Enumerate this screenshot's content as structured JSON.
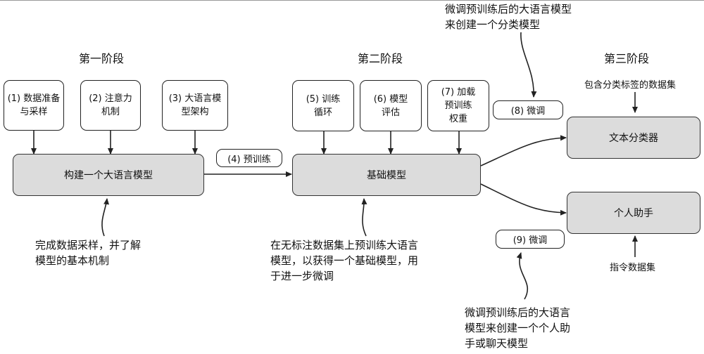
{
  "stages": {
    "stage1": "第一阶段",
    "stage2": "第二阶段",
    "stage3": "第三阶段"
  },
  "steps": {
    "s1": "(1) 数据准备\n与采样",
    "s2": "(2) 注意力\n机制",
    "s3": "(3) 大语言模\n型架构",
    "s5": "(5) 训练\n循环",
    "s6": "(6) 模型\n评估",
    "s7": "(7) 加载\n预训练\n权重"
  },
  "edge_labels": {
    "pretrain": "(4) 预训练",
    "finetune8": "(8) 微调",
    "finetune9": "(9) 微调"
  },
  "main_boxes": {
    "build": "构建一个大语言模型",
    "foundation": "基础模型",
    "classifier": "文本分类器",
    "assistant": "个人助手"
  },
  "inputs": {
    "labeled_dataset": "包含分类标签的数据集",
    "instruction_dataset": "指令数据集"
  },
  "notes": {
    "stage1_note": "完成数据采样，并了解\n模型的基本机制",
    "stage2_note": "在无标注数据集上预训练大语言\n模型，以获得一个基础模型，用\n于进一步微调",
    "classifier_note": "微调预训练后的大语言模型\n来创建一个分类模型",
    "assistant_note": "微调预训练后的大语言\n模型来创建一个个人助\n手或聊天模型"
  }
}
